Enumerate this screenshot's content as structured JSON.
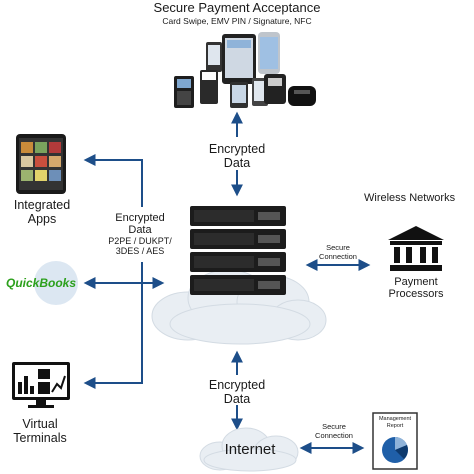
{
  "header": {
    "title": "Secure Payment Acceptance",
    "subtitle": "Card Swipe, EMV PIN / Signature, NFC"
  },
  "labels": {
    "top_encrypted_line1": "Encrypted",
    "top_encrypted_line2": "Data",
    "integrated_apps_line1": "Integrated",
    "integrated_apps_line2": "Apps",
    "left_encrypted_line1": "Encrypted",
    "left_encrypted_line2": "Data",
    "left_encrypted_line3": "P2PE / DUKPT/",
    "left_encrypted_line4": "3DES / AES",
    "quickbooks": "QuickBooks",
    "wireless_networks": "Wireless Networks",
    "secure_connection_right_line1": "Secure",
    "secure_connection_right_line2": "Connection",
    "payment_processors_line1": "Payment",
    "payment_processors_line2": "Processors",
    "virtual_terminals_line1": "Virtual",
    "virtual_terminals_line2": "Terminals",
    "bottom_encrypted_line1": "Encrypted",
    "bottom_encrypted_line2": "Data",
    "internet": "Internet",
    "secure_connection_bottom_line1": "Secure",
    "secure_connection_bottom_line2": "Connection",
    "management_report_line1": "Management",
    "management_report_line2": "Report"
  },
  "colors": {
    "arrow": "#1d4e89",
    "server_body": "#1c1c1c",
    "cloud": "#e9eef3",
    "quickbooks_green": "#2ca01c",
    "pie_blue": "#1f5fa8"
  },
  "icons": [
    "payment-devices-icon",
    "tablet-apps-icon",
    "quickbooks-logo",
    "server-rack-icon",
    "bank-building-icon",
    "monitor-chart-icon",
    "cloud-icon",
    "management-report-icon"
  ]
}
